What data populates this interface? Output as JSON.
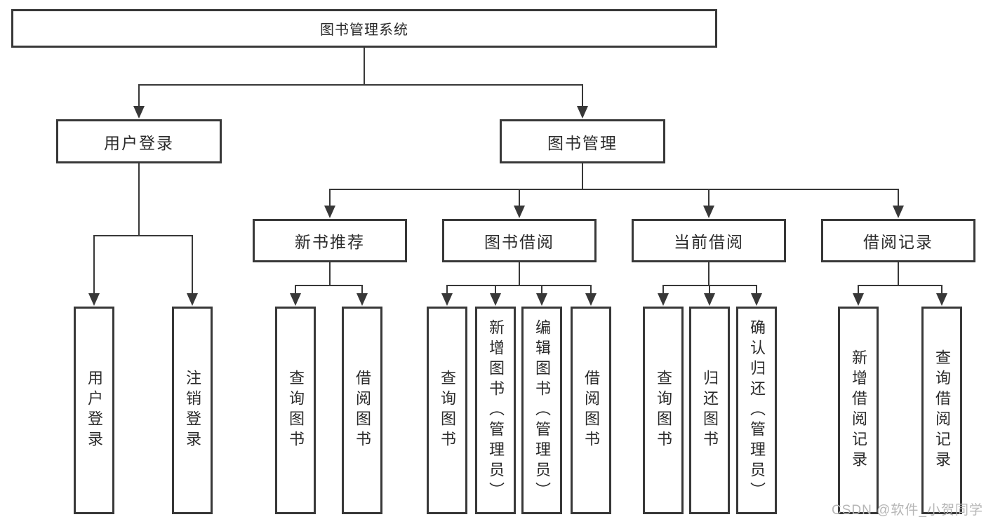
{
  "watermark": "CSDN @软件_小贺同学",
  "colors": {
    "line": "#383838",
    "box_border": "#383838",
    "box_background": "#ffffff",
    "text": "#2b2b2b",
    "watermark": "#b6b6b6"
  },
  "tree": {
    "label": "图书管理系统",
    "children": [
      {
        "label": "用户登录",
        "children": [
          {
            "label": "用户登录"
          },
          {
            "label": "注销登录"
          }
        ]
      },
      {
        "label": "图书管理",
        "children": [
          {
            "label": "新书推荐",
            "children": [
              {
                "label": "查询图书"
              },
              {
                "label": "借阅图书"
              }
            ]
          },
          {
            "label": "图书借阅",
            "children": [
              {
                "label": "查询图书"
              },
              {
                "label": "新增图书（管理员）"
              },
              {
                "label": "编辑图书（管理员）"
              },
              {
                "label": "借阅图书"
              }
            ]
          },
          {
            "label": "当前借阅",
            "children": [
              {
                "label": "查询图书"
              },
              {
                "label": "归还图书"
              },
              {
                "label": "确认归还（管理员）"
              }
            ]
          },
          {
            "label": "借阅记录",
            "children": [
              {
                "label": "新增借阅记录"
              },
              {
                "label": "查询借阅记录"
              }
            ]
          }
        ]
      }
    ]
  }
}
